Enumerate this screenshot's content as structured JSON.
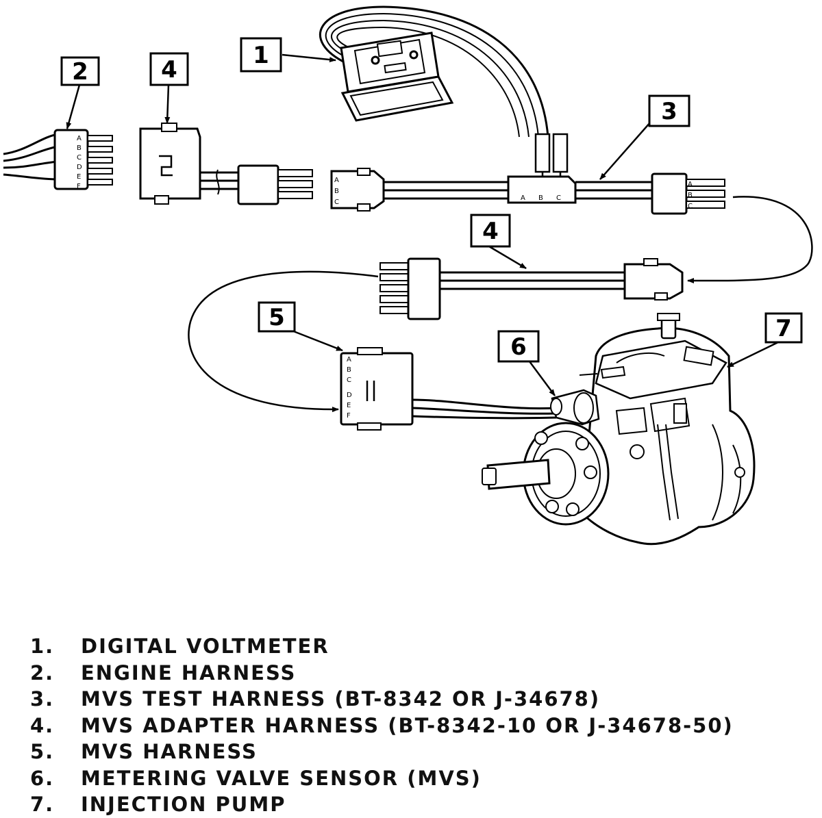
{
  "callouts": {
    "c1": "1",
    "c2": "2",
    "c3": "3",
    "c4a": "4",
    "c4b": "4",
    "c5": "5",
    "c6": "6",
    "c7": "7"
  },
  "pins": {
    "engine_connector": [
      "A",
      "B",
      "C",
      "D",
      "E",
      "F"
    ],
    "adapter_side": [
      "A",
      "B",
      "C"
    ],
    "splice": [
      "A",
      "B",
      "C"
    ],
    "test_side": [
      "A",
      "B",
      "C"
    ],
    "mvs_connector": [
      "A",
      "B",
      "C",
      "D",
      "E",
      "F"
    ]
  },
  "legend": [
    {
      "num": "1.",
      "text": "DIGITAL VOLTMETER"
    },
    {
      "num": "2.",
      "text": "ENGINE HARNESS"
    },
    {
      "num": "3.",
      "text": "MVS TEST HARNESS (BT-8342 OR J-34678)"
    },
    {
      "num": "4.",
      "text": "MVS ADAPTER HARNESS (BT-8342-10 OR J-34678-50)"
    },
    {
      "num": "5.",
      "text": "MVS HARNESS"
    },
    {
      "num": "6.",
      "text": "METERING VALVE SENSOR (MVS)"
    },
    {
      "num": "7.",
      "text": "INJECTION PUMP"
    }
  ]
}
